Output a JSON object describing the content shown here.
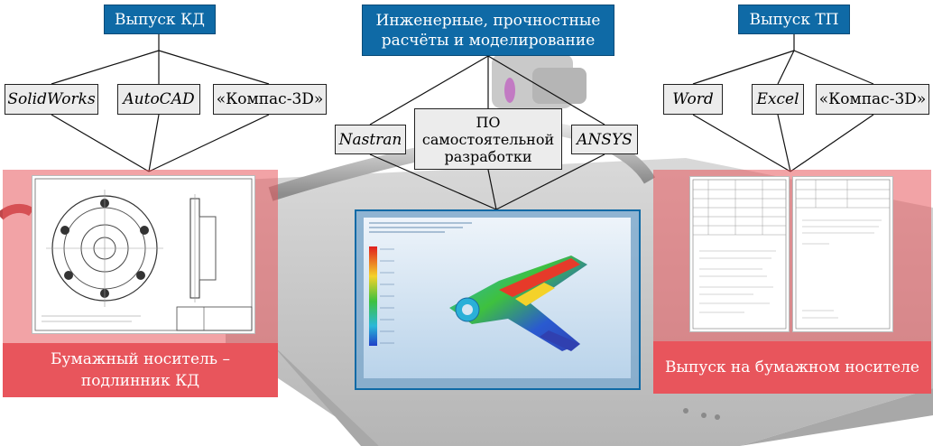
{
  "left": {
    "title": "Выпуск КД",
    "software": [
      {
        "label": "SolidWorks",
        "italic": true
      },
      {
        "label": "AutoCAD",
        "italic": true
      },
      {
        "label": "«Компас-3D»",
        "italic": false
      }
    ],
    "footer_line1": "Бумажный носитель –",
    "footer_line2": "подлинник КД"
  },
  "center": {
    "title_line1": "Инженерные, прочностные",
    "title_line2": "расчёты и моделирование",
    "software": [
      {
        "label": "Nastran",
        "italic": true
      },
      {
        "label_line1": "ПО",
        "label_line2": "самостоятельной",
        "label_line3": "разработки",
        "italic": false
      },
      {
        "label": "ANSYS",
        "italic": true
      }
    ]
  },
  "right": {
    "title": "Выпуск ТП",
    "software": [
      {
        "label": "Word",
        "italic": true
      },
      {
        "label": "Excel",
        "italic": true
      },
      {
        "label": "«Компас-3D»",
        "italic": false
      }
    ],
    "footer": "Выпуск на бумажном носителе"
  },
  "colors": {
    "title_box": "#0f6aa6",
    "software_box": "#ececec",
    "panel_tint": "#e8575c",
    "footer": "#e8555c"
  }
}
